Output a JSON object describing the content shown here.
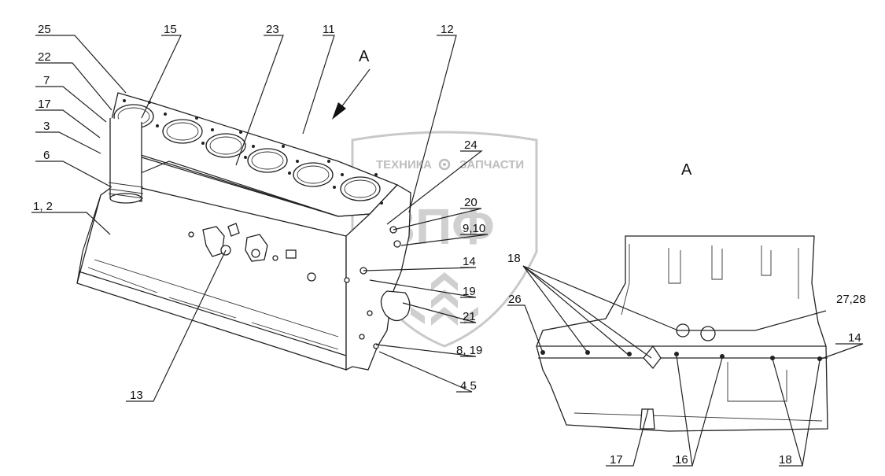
{
  "view_label": "A",
  "view_title": "A",
  "callouts": {
    "c25": "25",
    "c15": "15",
    "c23": "23",
    "c11": "11",
    "c12": "12",
    "c22": "22",
    "c7": "7",
    "c17a": "17",
    "c3": "3",
    "c6": "6",
    "c1_2": "1, 2",
    "c24": "24",
    "c20": "20",
    "c9_10": "9,10",
    "c18a": "18",
    "c14a": "14",
    "c19": "19",
    "c21": "21",
    "c8_19": "8, 19",
    "c4_5": "4  5",
    "c13": "13",
    "c26": "26",
    "c27_28": "27,28",
    "c14b": "14",
    "c17b": "17",
    "c16": "16",
    "c18b": "18"
  },
  "watermark": {
    "left_text": "ТЕХНИКА",
    "right_text": "ЗАПЧАСТИ",
    "logo_text": "ЗПФ"
  },
  "icons": [
    "gear-icon",
    "wheat-icon",
    "view-arrow-icon"
  ]
}
